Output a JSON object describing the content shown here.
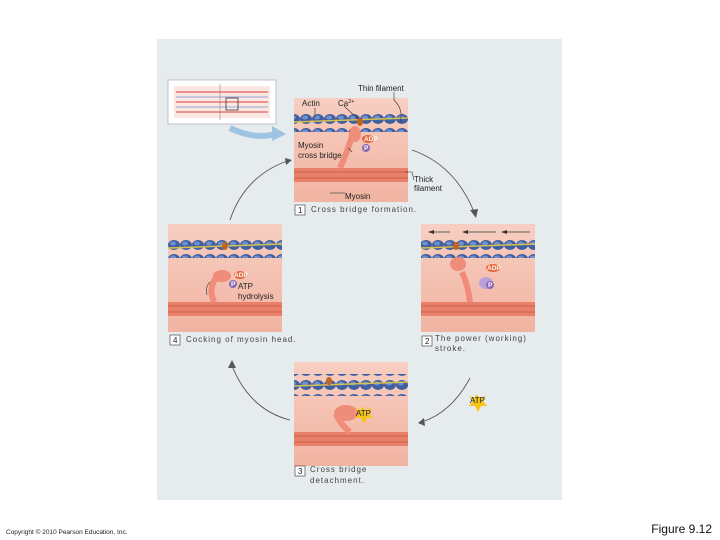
{
  "labels": {
    "thin_filament": "Thin filament",
    "actin": "Actin",
    "ca": "Ca",
    "ca_sup": "2+",
    "myosin_cross_bridge_1": "Myosin",
    "myosin_cross_bridge_2": "cross bridge",
    "thick_filament_1": "Thick",
    "thick_filament_2": "filament",
    "myosin": "Myosin",
    "adp": "ADP",
    "p": "P",
    "atp": "ATP",
    "atp_hydrolysis_1": "ATP",
    "atp_hydrolysis_2": "hydrolysis"
  },
  "steps": {
    "s1": {
      "num": "1",
      "text": "Cross bridge formation."
    },
    "s2": {
      "num": "2",
      "line1": "The power (working)",
      "line2": "stroke."
    },
    "s3": {
      "num": "3",
      "line1": "Cross bridge",
      "line2": "detachment."
    },
    "s4": {
      "num": "4",
      "text": "Cocking of myosin head."
    }
  },
  "footer": {
    "copyright": "Copyright © 2010 Pearson Education, Inc.",
    "figure": "Figure 9.12"
  },
  "colors": {
    "background": "#e6ebee",
    "muscle_pink": "#f4b8a6",
    "muscle_band": "#e8806a",
    "actin_blue": "#3f5fa0",
    "myosin_head": "#f08c7a",
    "adp_orange": "#e5673a",
    "p_purple": "#8a6ab5",
    "atp_yellow": "#f5c518"
  }
}
